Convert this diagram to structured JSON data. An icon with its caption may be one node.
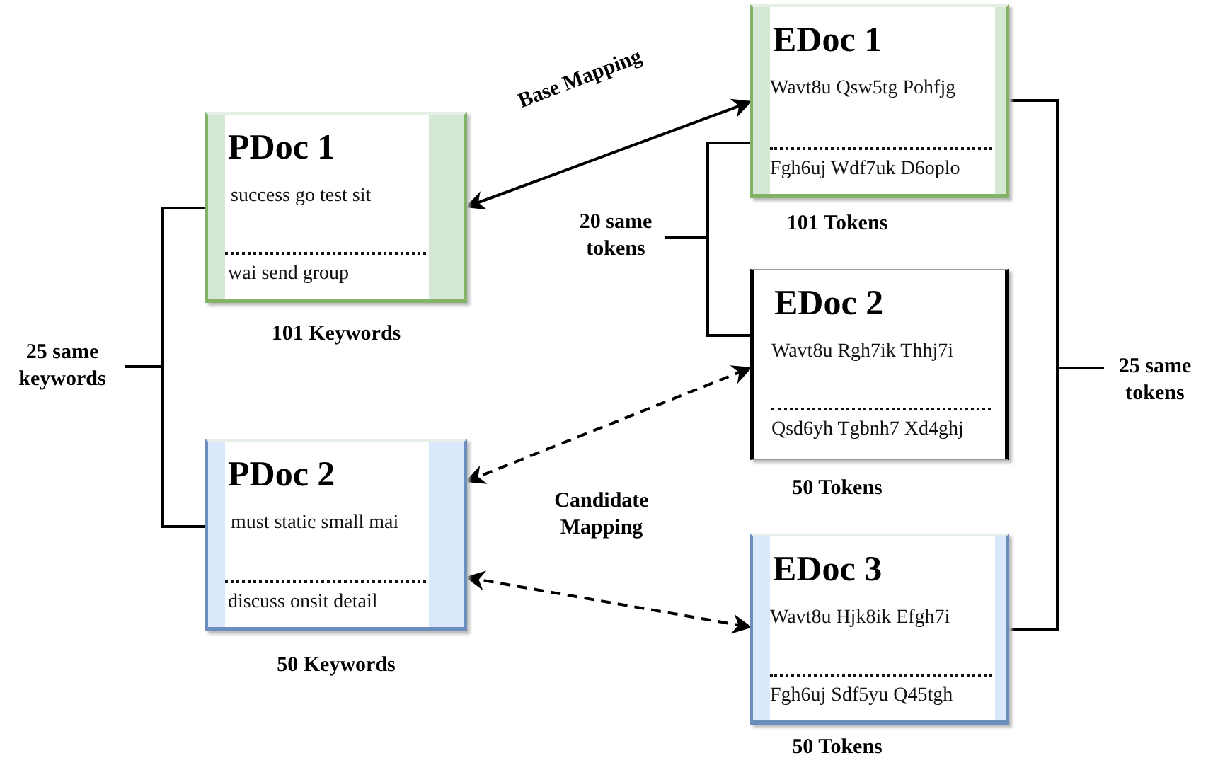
{
  "diagram": {
    "nodes": [
      {
        "text": [
          "PDoc 1",
          "success go test sit",
          "wai send group"
        ],
        "beside": [
          "101 Keywords"
        ]
      },
      {
        "text": [
          "PDoc 2",
          "must static small mai",
          "discuss onsit detail"
        ],
        "beside": [
          "50 Keywords"
        ]
      },
      {
        "text": [
          "EDoc 1",
          "Wavt8u Qsw5tg Pohfjg",
          "Fgh6uj Wdf7uk D6oplo"
        ],
        "beside": [
          "101 Tokens"
        ]
      },
      {
        "text": [
          "EDoc 2",
          "Wavt8u Rgh7ik Thhj7i",
          "Qsd6yh Tgbnh7 Xd4ghj"
        ],
        "beside": [
          "50 Tokens"
        ]
      },
      {
        "text": [
          "EDoc 3",
          "Wavt8u Hjk8ik Efgh7i",
          "Fgh6uj Sdf5yu Q45tgh"
        ],
        "beside": [
          "50 Tokens"
        ]
      },
      {
        "text": [
          "25 same keywords"
        ]
      },
      {
        "text": [
          "20 same tokens"
        ]
      },
      {
        "text": [
          "25 same tokens"
        ]
      }
    ],
    "edges": [
      {
        "from": 5,
        "to": 0,
        "arrow": "none"
      },
      {
        "from": 5,
        "to": 1,
        "arrow": "none"
      },
      {
        "from": 0,
        "to": 2,
        "arrow": "both",
        "label": "Base Mapping"
      },
      {
        "from": 6,
        "to": 2,
        "arrow": "none"
      },
      {
        "from": 6,
        "to": 3,
        "arrow": "none"
      },
      {
        "from": 1,
        "to": 3,
        "arrow": "both",
        "style": "dashed"
      },
      {
        "from": 1,
        "to": 4,
        "arrow": "both",
        "style": "dashed"
      },
      {
        "from": 7,
        "to": 2,
        "arrow": "none"
      },
      {
        "from": 7,
        "to": 4,
        "arrow": "none"
      }
    ],
    "labels": [
      "Candidate Mapping"
    ]
  }
}
